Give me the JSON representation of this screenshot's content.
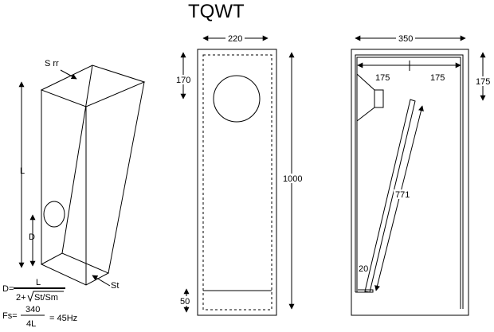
{
  "title": "TQWT",
  "left_view": {
    "label_top": "S rr",
    "label_length": "L",
    "label_driver": "D",
    "label_bottom": "St"
  },
  "formulas": {
    "d_lhs": "D=",
    "d_numerator": "L",
    "d_denominator_prefix": "2+",
    "d_denominator_root": "St/Sm",
    "fs_lhs": "Fs=",
    "fs_numerator": "340",
    "fs_denominator": "4L",
    "fs_result": "= 45Hz"
  },
  "front_view": {
    "width_label": "220",
    "driver_offset_label": "170",
    "height_label": "1000",
    "bottom_label": "50"
  },
  "side_view": {
    "width_label": "350",
    "half_left_label": "175",
    "half_right_label": "175",
    "top_offset_label": "175",
    "panel_length_label": "771",
    "gap_label": "20"
  }
}
